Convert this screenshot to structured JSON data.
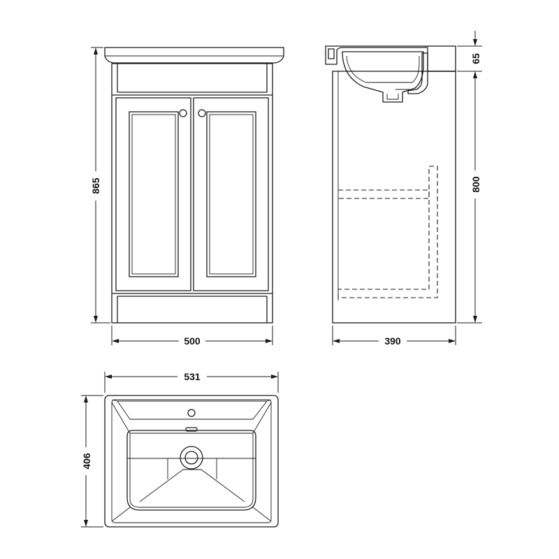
{
  "dimensions": {
    "front_height": "865",
    "front_width": "500",
    "side_top_height": "65",
    "side_cabinet_height": "800",
    "side_depth": "390",
    "basin_width": "531",
    "basin_depth": "406"
  },
  "colors": {
    "line": "#1a1a1a",
    "background": "#ffffff"
  }
}
